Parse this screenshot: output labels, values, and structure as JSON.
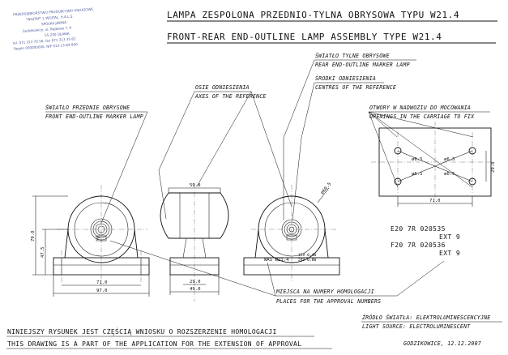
{
  "stamp": {
    "lines": [
      "PRZEDSIĘBIORSTWO PRODUKCYJNO USŁUGOWE",
      "\"WOJTAP\" J. WOJTAL, H.A.L.S.",
      "SPÓŁKA JAWNA",
      "Godzikowice, ul. Bajkowa 7, 9",
      "55-200 OŁAWA",
      "tel. 071 313 70 56, fax 071 313 35 62",
      "Regon 000000000, NIP 913-13-84-800"
    ]
  },
  "title": {
    "pl": "LAMPA ZESPOLONA PRZEDNIO-TYLNA OBRYSOWA TYPU W21.4",
    "en": "FRONT-REAR END-OUTLINE LAMP ASSEMBLY TYPE W21.4"
  },
  "labels": {
    "rear_marker_pl": "ŚWIATŁO TYLNE OBRYSOWE",
    "rear_marker_en": "REAR END-OUTLINE MARKER LAMP",
    "centres_pl": "ŚRODKI ODNIESIENIA",
    "centres_en": "CENTRES OF THE REFERENCE",
    "axes_pl": "OSIE ODNIESIENIA",
    "axes_en": "AXES OF THE REFERENCE",
    "front_marker_pl": "ŚWIATŁO PRZEDNIE OBRYSOWE",
    "front_marker_en": "FRONT END-OUTLINE MARKER LAMP",
    "holes_pl": "OTWORY W NADWOZIU DO MOCOWANIA",
    "holes_en": "OPENINGS IN THE CARRIAGE TO FIX",
    "approval_pl": "MIEJSCA NA NUMERY HOMOLOGACJI",
    "approval_en": "PLACES FOR THE APPROVAL NUMBERS",
    "light_source_pl": "ŹRÓDŁO ŚWIATŁA: ELEKTROLUMINESCENCYJNE",
    "light_source_en": "LIGHT SOURCE: ELECTROLUMINESCENT"
  },
  "dimensions": {
    "front_height": "79.0",
    "front_lower_height": "47.5",
    "front_inner_width": "71.0",
    "front_base_width": "97.0",
    "side_top_width": "59.0",
    "side_neck_width": "29.0",
    "side_base_width": "49.0",
    "rear_diameter": "ø60.5",
    "holes_d1": "ø6.5",
    "holes_d2": "ø6.5",
    "holes_d3": "ø6.5",
    "holes_d4": "ø6.5",
    "holes_height": "29.0",
    "holes_width": "71.0"
  },
  "lamp_marks": {
    "rear_type": "WAS W21.4",
    "rear_rating_1": "12V 0,4W",
    "rear_rating_2": "24V 0,8W"
  },
  "approvals": {
    "row1_code": "E20 7R 020535",
    "row1_ext": "EXT 9",
    "row2_code": "F20 7R 020536",
    "row2_ext": "EXT 9"
  },
  "footer": {
    "place_date": "GODZIKOWICE, 12.12.2007",
    "note_pl": "NINIEJSZY RYSUNEK JEST CZĘŚCIĄ WNIOSKU O ROZSZERZENIE HOMOLOGACJI",
    "note_en": "THIS DRAWING IS A PART OF THE APPLICATION FOR THE EXTENSION OF APPROVAL"
  }
}
